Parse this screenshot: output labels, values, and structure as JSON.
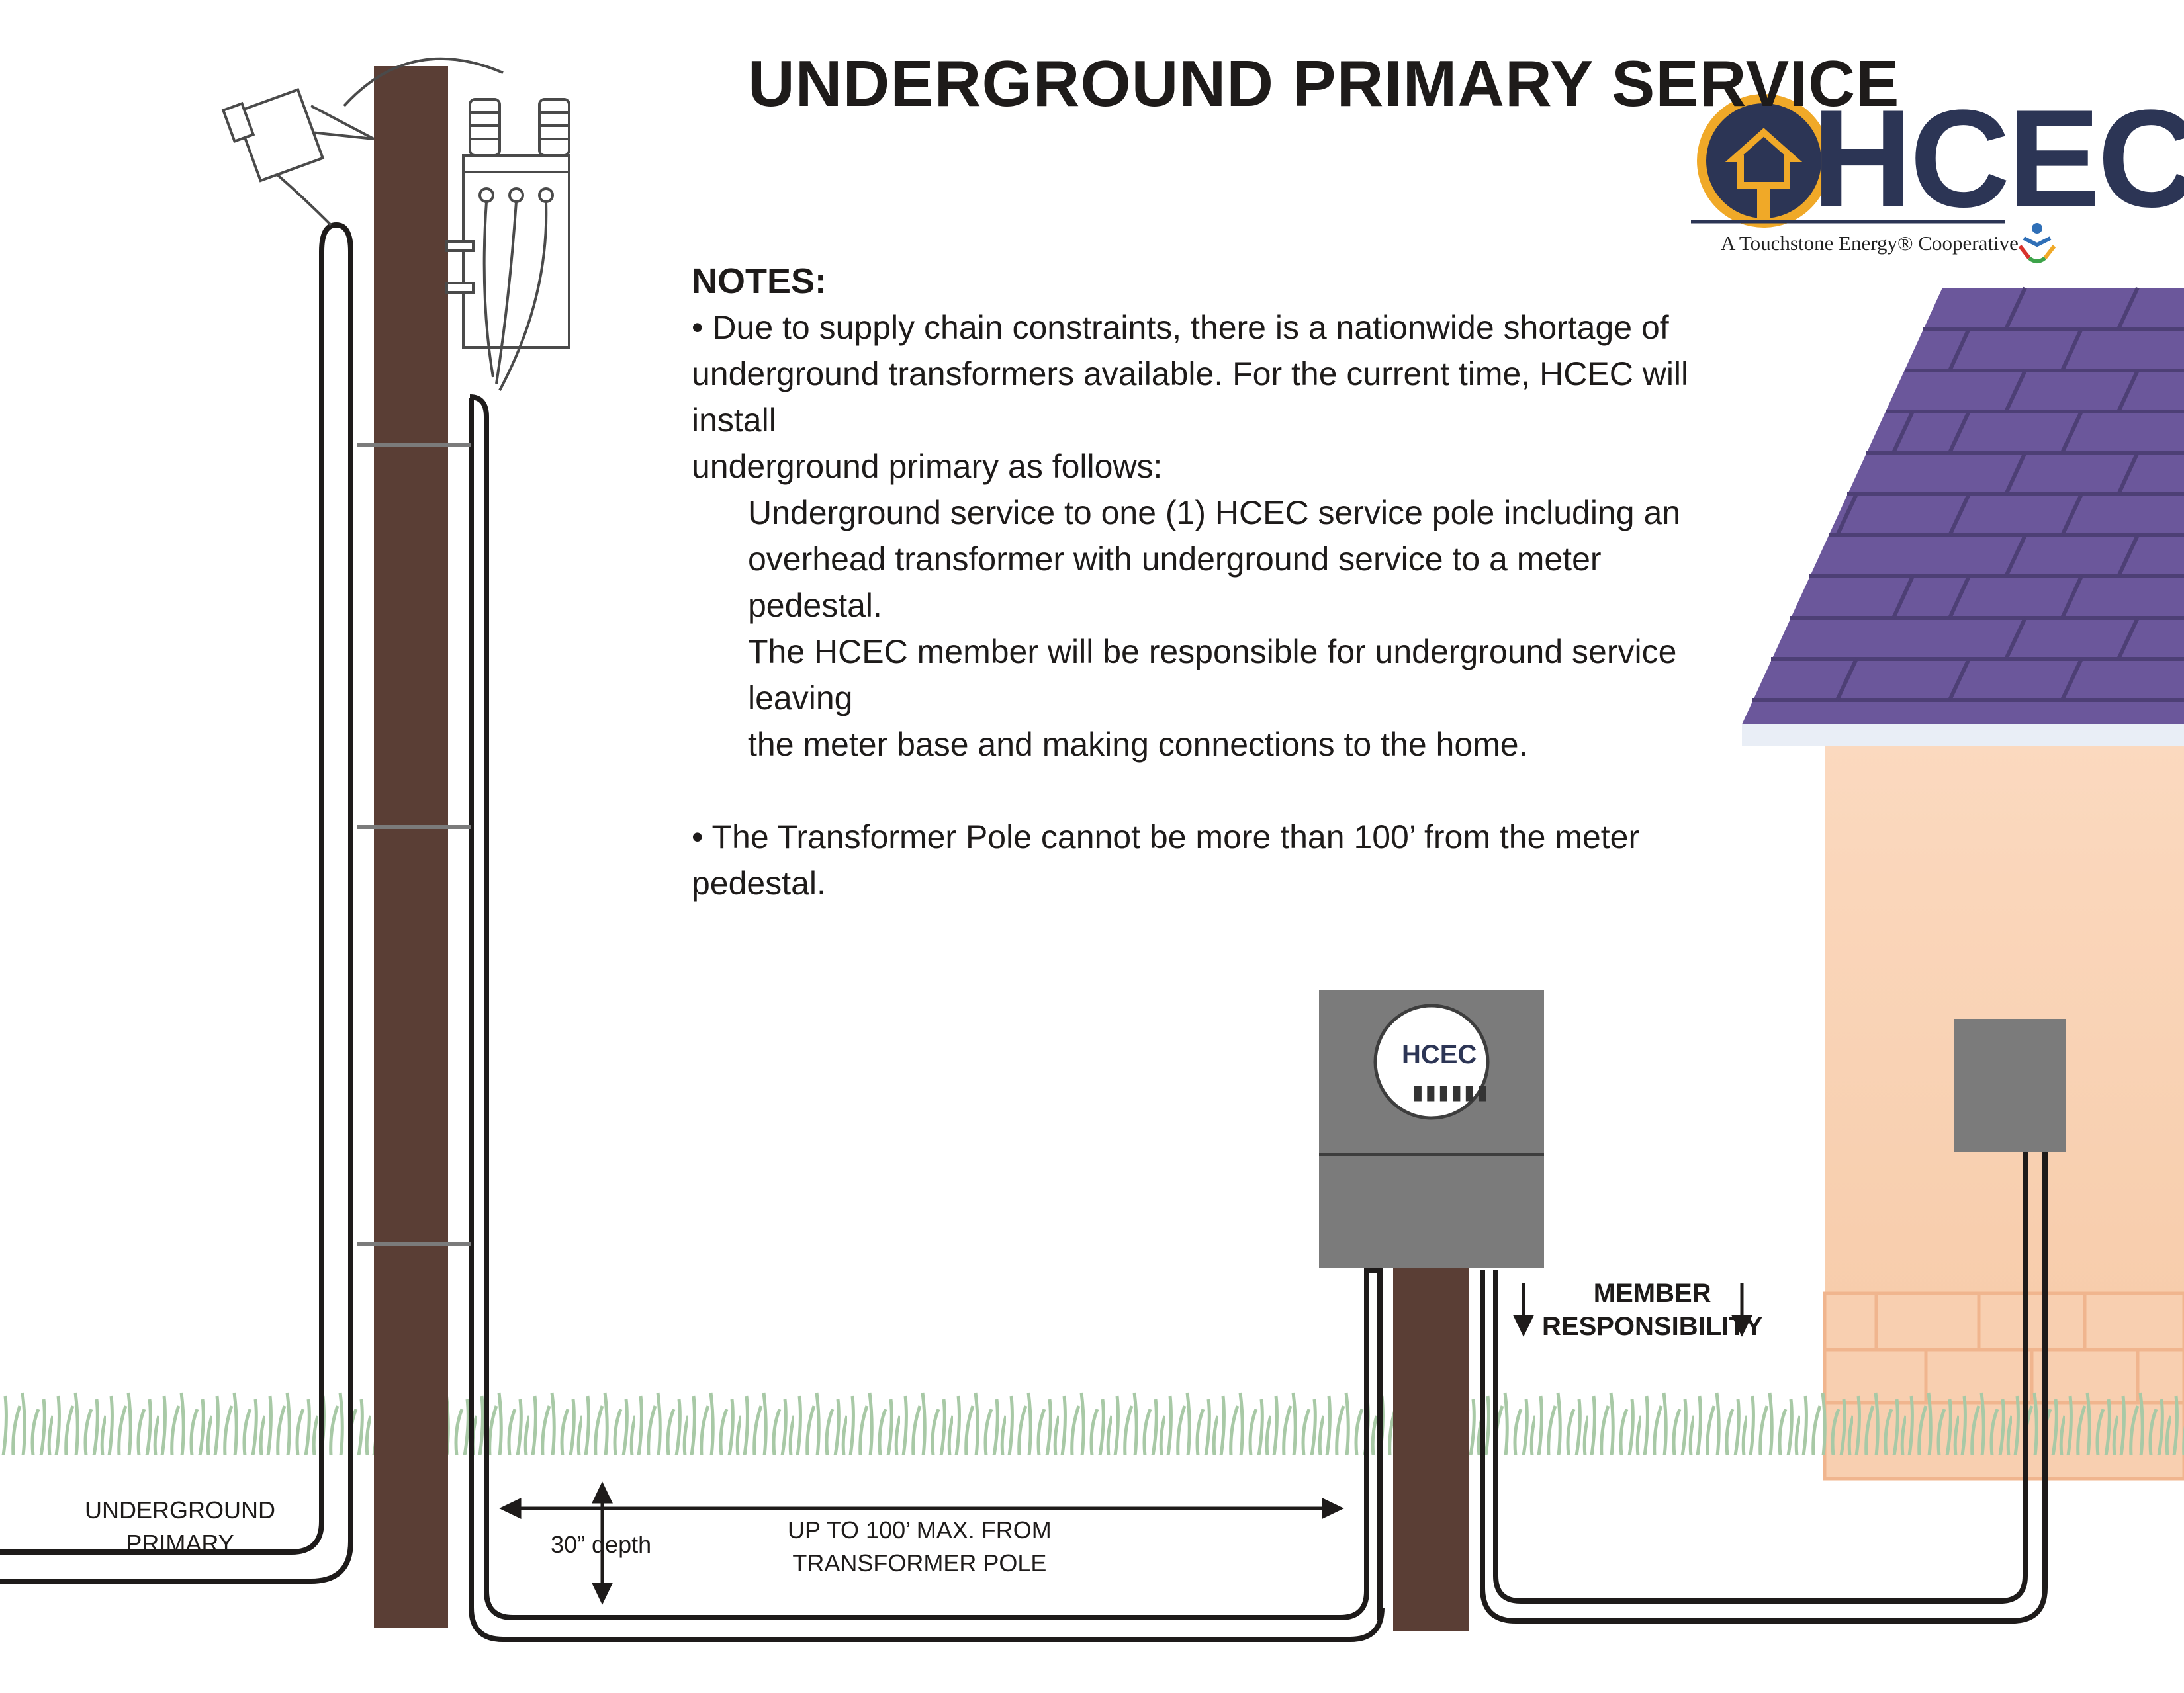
{
  "title": "UNDERGROUND PRIMARY SERVICE",
  "logo": {
    "name": "HCEC",
    "tagline": "A Touchstone Energy® Cooperative",
    "brand_color": "#2c3555",
    "accent_color": "#f0a928"
  },
  "notes": {
    "heading": "NOTES:",
    "bullet1_line1": "• Due to supply chain constraints, there is a nationwide shortage of",
    "bullet1_line2": "underground transformers available. For the current time, HCEC will install",
    "bullet1_line3": "underground primary as follows:",
    "sub_line1": "Underground service to one (1) HCEC service pole including an",
    "sub_line2": "overhead transformer with underground service to a meter pedestal.",
    "sub_line3": "The HCEC member will be responsible for underground service leaving",
    "sub_line4": "the meter base and making connections to the home.",
    "bullet2": "• The Transformer Pole cannot be more than 100’ from the meter pedestal."
  },
  "labels": {
    "underground_primary_1": "UNDERGROUND",
    "underground_primary_2": "PRIMARY",
    "depth": "30” depth",
    "distance_1": "UP TO 100’ MAX. FROM",
    "distance_2": "TRANSFORMER POLE",
    "member_1": "MEMBER",
    "member_2": "RESPONSIBILITY"
  },
  "meter": {
    "logo": "HCEC",
    "digits": "▮▮▮▮▮▮"
  },
  "colors": {
    "pole": "#5a3e35",
    "meter_box": "#7b7b7b",
    "roof": "#6b579b",
    "wall": "#fbd9bf",
    "brick": "#f5c9a8",
    "grass": "#a8c9a6",
    "cable": "#1e1b1a"
  }
}
